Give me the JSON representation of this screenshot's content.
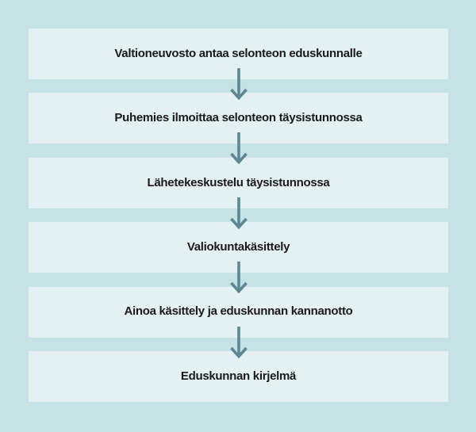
{
  "colors": {
    "background": "#c5e3e4",
    "box_fill": "#e4f1f2",
    "arrow": "#5d8794",
    "text": "#1a1a1a"
  },
  "flowchart": {
    "direction": "top-down",
    "steps": [
      {
        "label": "Valtioneuvosto antaa selonteon eduskunnalle"
      },
      {
        "label": "Puhemies ilmoittaa selonteon täysistunnossa"
      },
      {
        "label": "Lähetekeskustelu täysistunnossa"
      },
      {
        "label": "Valiokuntakäsittely"
      },
      {
        "label": "Ainoa käsittely ja eduskunnan kannanotto"
      },
      {
        "label": "Eduskunnan kirjelmä"
      }
    ]
  }
}
